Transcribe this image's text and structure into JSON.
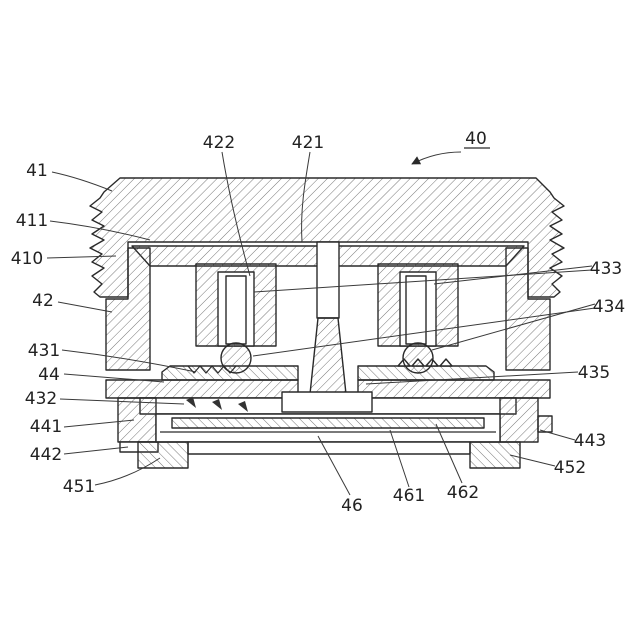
{
  "figure": {
    "reference_number": "40"
  },
  "labels": {
    "n40": "40",
    "n41": "41",
    "n410": "410",
    "n411": "411",
    "n42": "42",
    "n421": "421",
    "n422": "422",
    "n431": "431",
    "n432": "432",
    "n433": "433",
    "n434": "434",
    "n435": "435",
    "n44": "44",
    "n441": "441",
    "n442": "442",
    "n443": "443",
    "n451": "451",
    "n452": "452",
    "n46": "46",
    "n461": "461",
    "n462": "462"
  },
  "style": {
    "line_color": "#2a2a2a",
    "background": "#ffffff"
  }
}
